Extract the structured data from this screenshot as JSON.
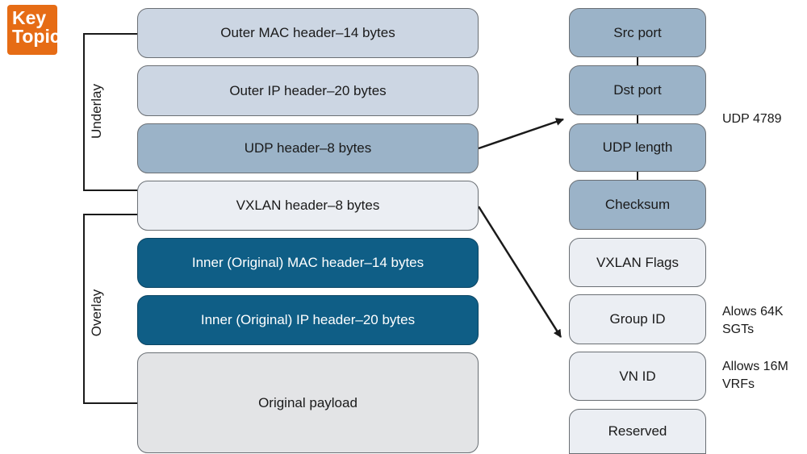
{
  "badge": {
    "line1": "Key",
    "line2": "Topic"
  },
  "left_stack": [
    {
      "label": "Outer MAC header–14 bytes"
    },
    {
      "label": "Outer IP header–20 bytes"
    },
    {
      "label": "UDP header–8 bytes"
    },
    {
      "label": "VXLAN header–8 bytes"
    },
    {
      "label": "Inner (Original) MAC header–14 bytes"
    },
    {
      "label": "Inner (Original) IP header–20 bytes"
    },
    {
      "label": "Original payload"
    }
  ],
  "brackets": {
    "underlay": "Underlay",
    "overlay": "Overlay"
  },
  "right_stack": [
    {
      "label": "Src port"
    },
    {
      "label": "Dst port"
    },
    {
      "label": "UDP length"
    },
    {
      "label": "Checksum"
    },
    {
      "label": "VXLAN Flags"
    },
    {
      "label": "Group ID"
    },
    {
      "label": "VN ID"
    },
    {
      "label": "Reserved"
    }
  ],
  "notes": {
    "udp_port": "UDP 4789",
    "group_id": "Alows 64K\nSGTs",
    "vn_id": "Allows 16M\nVRFs"
  },
  "colors": {
    "outer": "#ccd6e3",
    "udp": "#9bb3c8",
    "vxlan": "#ebeef3",
    "inner": "#0f5e86",
    "payload": "#e3e4e6",
    "badge": "#e66c15"
  }
}
